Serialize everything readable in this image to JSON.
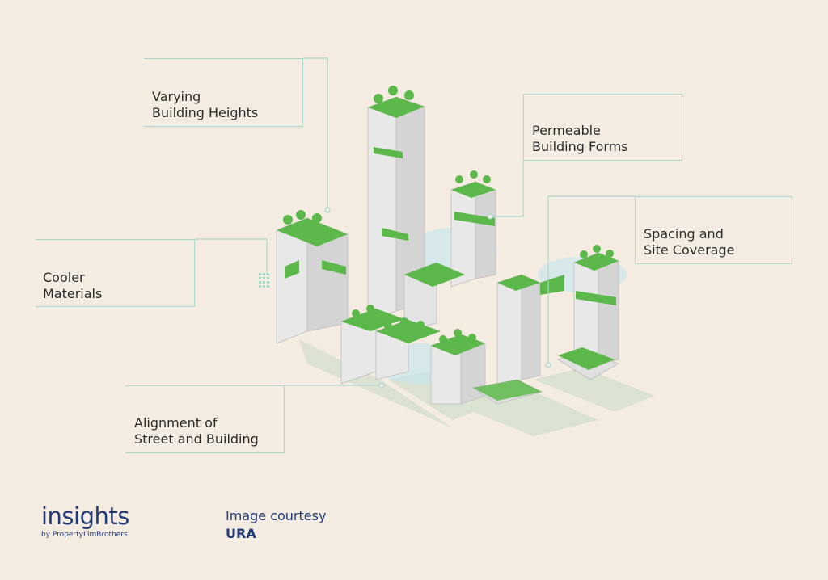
{
  "labels": {
    "heights": [
      "Varying",
      "Building Heights"
    ],
    "permeable": [
      "Permeable",
      "Building Forms"
    ],
    "spacing": [
      "Spacing and",
      "Site Coverage"
    ],
    "cooler": [
      "Cooler",
      "Materials"
    ],
    "alignment": [
      "Alignment of",
      "Street and Building"
    ]
  },
  "brand": {
    "name": "insights",
    "sub": "by PropertyLimBrothers"
  },
  "credit": {
    "line": "Image courtesy",
    "source": "URA"
  },
  "colors": {
    "background": "#f4ebe1",
    "building_face": "#e8e8e8",
    "building_side": "#cfcfcf",
    "greenery": "#5cb84a",
    "leader_line": "#a9d8c8",
    "brand": "#1f3b78"
  }
}
